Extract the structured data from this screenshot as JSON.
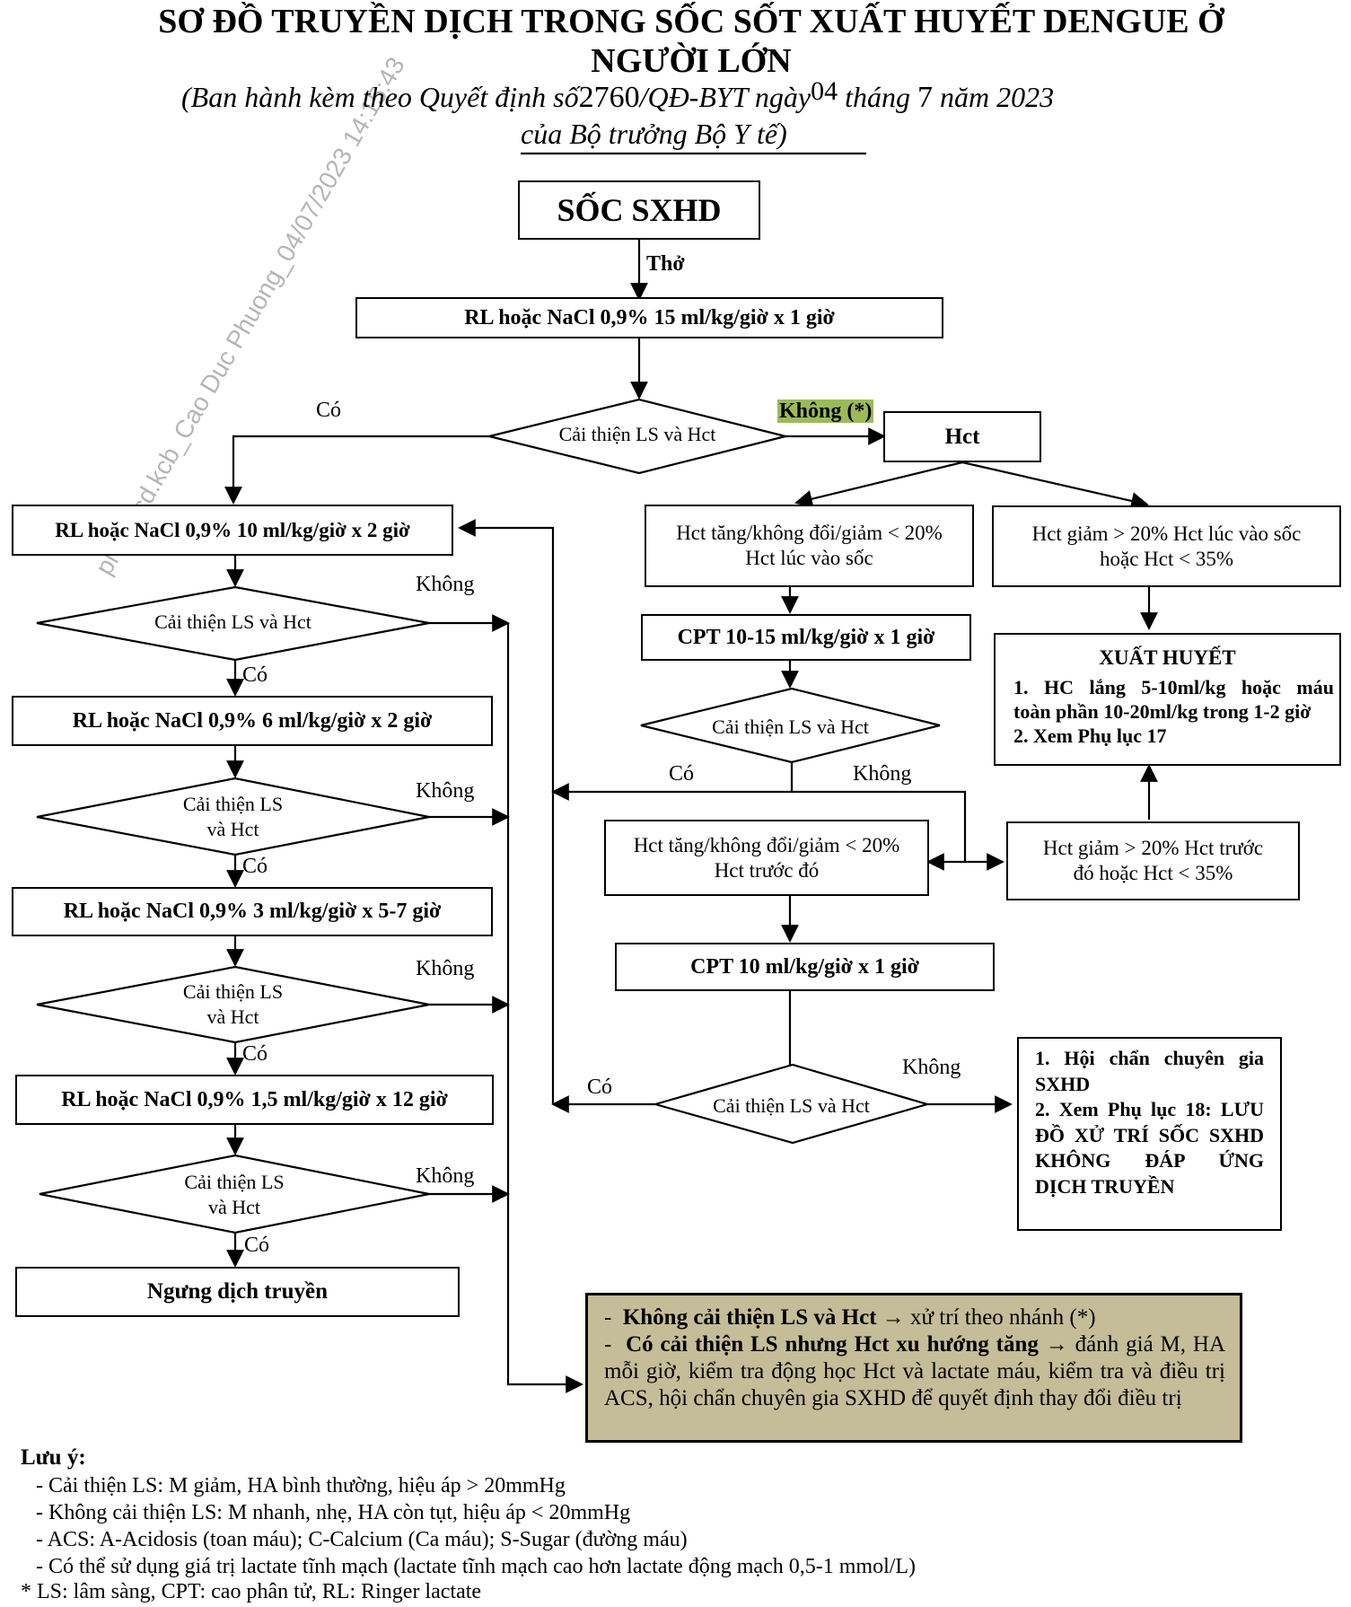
{
  "header": {
    "title_line1": "SƠ ĐỒ TRUYỀN DỊCH TRONG SỐC SỐT XUẤT HUYẾT DENGUE Ở",
    "title_line2": "NGƯỜI LỚN",
    "subtitle_pre": "(Ban hành kèm theo Quyết định số",
    "decision_number": "2760",
    "subtitle_mid1": "/QĐ-BYT ngày",
    "day": "04",
    "subtitle_mid2": "tháng",
    "month": "7",
    "subtitle_post": "năm 2023",
    "subtitle_line2": "của Bộ trưởng Bộ Y tế)"
  },
  "watermark": "phongcd.kcb_Cao Duc Phuong_04/07/2023 14:15:43",
  "nodes": {
    "start": "SỐC SXHD",
    "initial": "RL hoặc NaCl 0,9% 15 ml/kg/giờ x 1 giờ",
    "decision_main": "Cải thiện LS và Hct",
    "hct": "Hct",
    "left1": "RL hoặc NaCl 0,9% 10 ml/kg/giờ x 2 giờ",
    "left_decision1": "Cải thiện LS và Hct",
    "left2": "RL hoặc NaCl 0,9% 6 ml/kg/giờ x 2 giờ",
    "left_decision2_line1": "Cải thiện LS",
    "left_decision2_line2": "và Hct",
    "left3": "RL hoặc NaCl 0,9% 3 ml/kg/giờ x 5-7 giờ",
    "left_decision3_line1": "Cải thiện LS",
    "left_decision3_line2": "và Hct",
    "left4": "RL hoặc NaCl 0,9% 1,5 ml/kg/giờ x 12 giờ",
    "left_decision4_line1": "Cải thiện LS",
    "left_decision4_line2": "và Hct",
    "stop": "Ngưng dịch truyền",
    "hct_increase_line1": "Hct tăng/không đổi/giảm < 20%",
    "hct_increase_line2": "Hct lúc vào sốc",
    "hct_decrease_line1": "Hct giảm > 20% Hct lúc vào sốc",
    "hct_decrease_line2": "hoặc Hct < 35%",
    "cpt1": "CPT 10-15 ml/kg/giờ x 1 giờ",
    "mid_decision1": "Cải thiện LS và Hct",
    "bleeding_title": "XUẤT HUYẾT",
    "bleeding_item1_line1": "1. HC lắng 5-10ml/kg hoặc máu",
    "bleeding_item1_line2": "toàn phần 10-20ml/kg trong 1-2 giờ",
    "bleeding_item2": "2. Xem Phụ lục 17",
    "hct_prev_increase_line1": "Hct tăng/không đổi/giảm < 20%",
    "hct_prev_increase_line2": "Hct trước đó",
    "hct_prev_decrease_line1": "Hct giảm > 20% Hct trước",
    "hct_prev_decrease_line2": "đó hoặc Hct < 35%",
    "cpt2": "CPT 10 ml/kg/giờ x 1 giờ",
    "mid_decision2": "Cải thiện LS và Hct",
    "consult_item1_line1": "1. Hội chẩn chuyên gia",
    "consult_item1_line2": "SXHD",
    "consult_item2_line1": "2. Xem Phụ lục 18: LƯU",
    "consult_item2_line2": "ĐỒ XỬ TRÍ SỐC SXHD",
    "consult_item2_line3": "KHÔNG ĐÁP ỨNG",
    "consult_item2_line4": "DỊCH TRUYỀN"
  },
  "edge_labels": {
    "breath": "Thở",
    "yes": "Có",
    "no": "Không",
    "no_star": "Không (*)"
  },
  "notebox": {
    "line1_bold": "Không cải thiện LS và Hct",
    "line1_rest": "xử trí theo nhánh (*)",
    "line2_bold": "Có cải thiện LS nhưng Hct xu hướng tăng",
    "line2_rest": "đánh giá M, HA mỗi giờ, kiểm tra động học Hct và lactate máu, kiểm tra và điều trị ACS, hội chẩn chuyên gia SXHD để quyết định thay đổi điều trị",
    "arrow": "→",
    "bullet": "-"
  },
  "notes": {
    "heading": "Lưu ý:",
    "items": [
      "- Cải thiện LS: M giảm, HA bình thường, hiệu áp > 20mmHg",
      "- Không cải thiện LS: M nhanh, nhẹ, HA còn tụt, hiệu áp < 20mmHg",
      "- ACS: A-Acidosis (toan máu); C-Calcium (Ca máu); S-Sugar (đường máu)",
      "- Có thể sử dụng giá trị lactate tĩnh mạch (lactate tĩnh mạch cao hơn lactate động mạch 0,5-1 mmol/L)"
    ],
    "footnote": "* LS: lâm sàng, CPT: cao phân tử, RL: Ringer lactate"
  },
  "colors": {
    "highlight": "#9bbb59",
    "notebox_bg": "#c4bd97"
  }
}
